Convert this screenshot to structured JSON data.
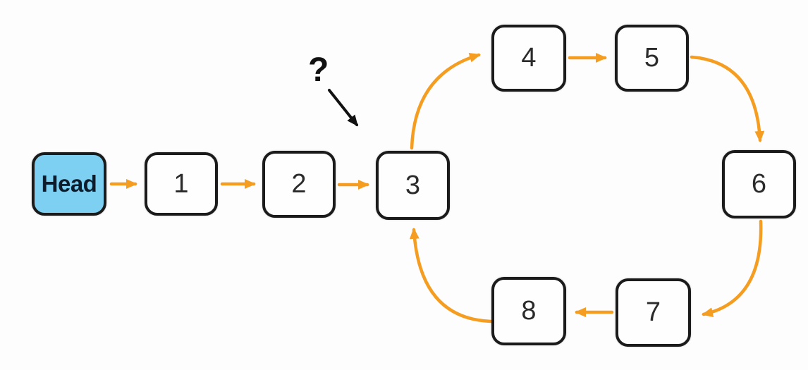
{
  "diagram": {
    "type": "linked-list-with-cycle",
    "question_label": "?",
    "nodes": [
      {
        "id": "head",
        "label": "Head",
        "kind": "head"
      },
      {
        "id": "1",
        "label": "1",
        "kind": "data"
      },
      {
        "id": "2",
        "label": "2",
        "kind": "data"
      },
      {
        "id": "3",
        "label": "3",
        "kind": "data"
      },
      {
        "id": "4",
        "label": "4",
        "kind": "data"
      },
      {
        "id": "5",
        "label": "5",
        "kind": "data"
      },
      {
        "id": "6",
        "label": "6",
        "kind": "data"
      },
      {
        "id": "7",
        "label": "7",
        "kind": "data"
      },
      {
        "id": "8",
        "label": "8",
        "kind": "data"
      }
    ],
    "edges": [
      {
        "from": "head",
        "to": "1"
      },
      {
        "from": "1",
        "to": "2"
      },
      {
        "from": "2",
        "to": "3"
      },
      {
        "from": "3",
        "to": "4"
      },
      {
        "from": "4",
        "to": "5"
      },
      {
        "from": "5",
        "to": "6"
      },
      {
        "from": "6",
        "to": "7"
      },
      {
        "from": "7",
        "to": "8"
      },
      {
        "from": "8",
        "to": "3"
      }
    ],
    "annotation": {
      "label": "?",
      "target": "3",
      "meaning": "unknown / questioned link entering node 3"
    },
    "colors": {
      "arrow": "#F59D20",
      "head_fill": "#7ED0F2",
      "node_fill": "#FEFEFE",
      "node_border": "#1B1B1B",
      "question_arrow": "#111111",
      "background": "#FDFDFD"
    }
  }
}
